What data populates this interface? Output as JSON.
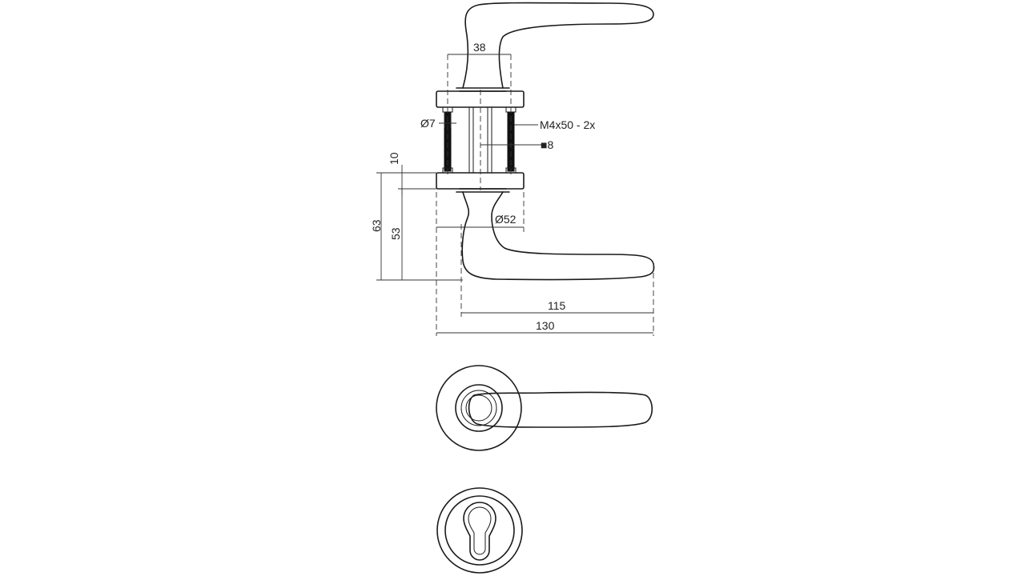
{
  "dimensions": {
    "d38": "38",
    "d7": "Ø7",
    "screw": "M4x50 - 2x",
    "spindle": "■8",
    "d10": "10",
    "d63": "63",
    "d53": "53",
    "d52": "Ø52",
    "d115": "115",
    "d130": "130"
  }
}
